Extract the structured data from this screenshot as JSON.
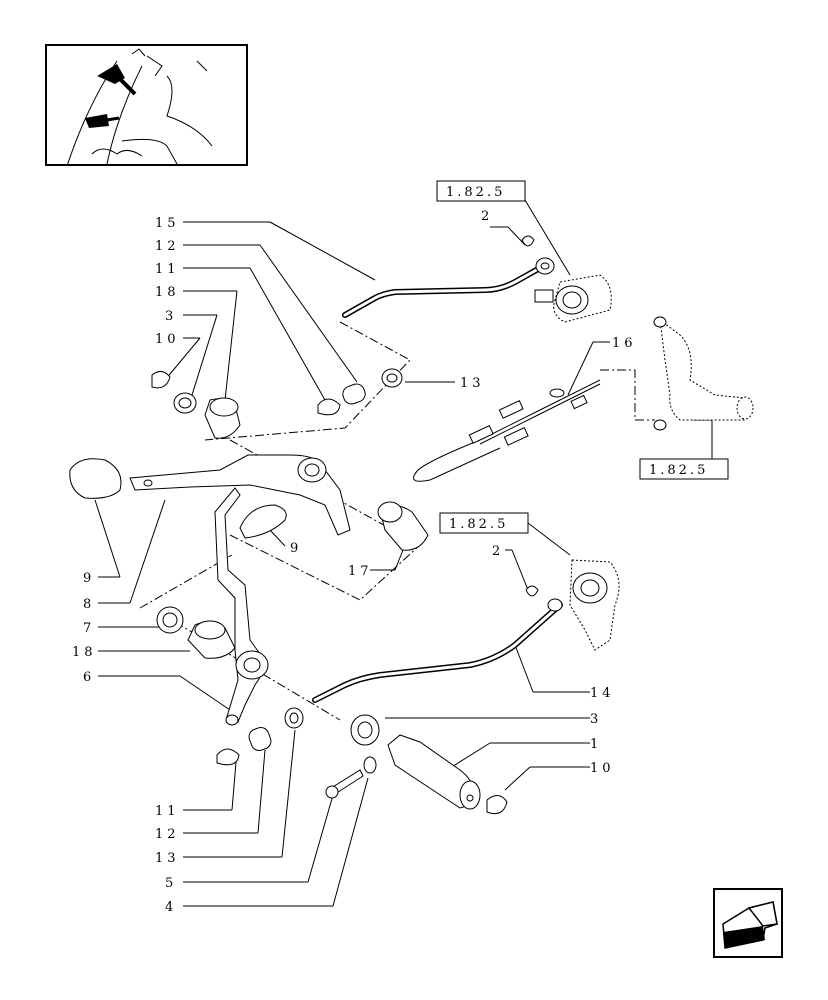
{
  "callouts": [
    "15",
    "12",
    "11",
    "18",
    "3",
    "10",
    "9",
    "8",
    "7",
    "18",
    "6",
    "11",
    "12",
    "13",
    "5",
    "4",
    "13",
    "17",
    "9",
    "2",
    "16",
    "2",
    "14",
    "3",
    "1",
    "10"
  ],
  "refs": [
    "1.82.5",
    "1.82.5",
    "1.82.5"
  ],
  "icons": {
    "nav": "arrow-back-icon",
    "thumbnail": "tractor-cab-pedals-thumbnail"
  }
}
